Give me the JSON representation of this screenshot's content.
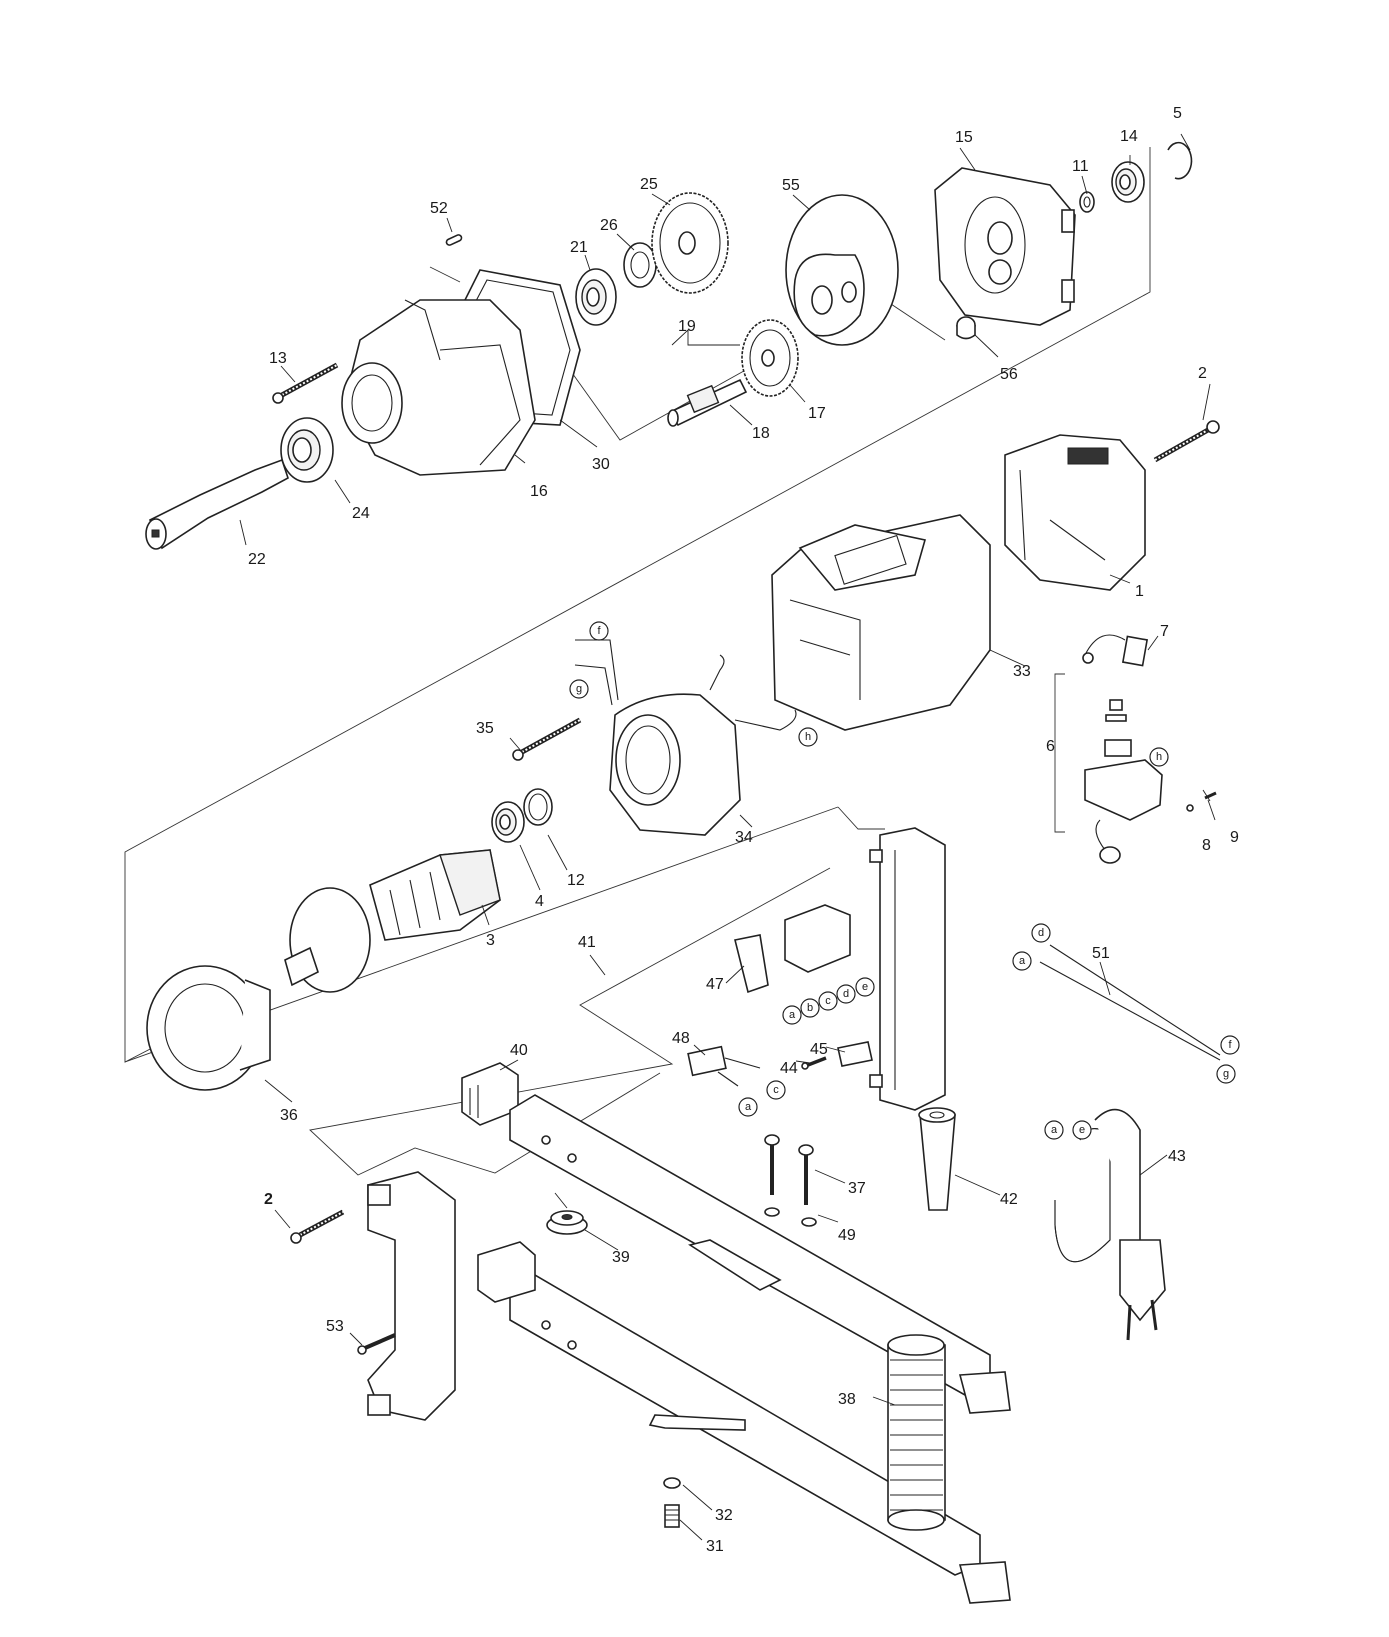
{
  "diagram": {
    "type": "exploded-parts-view",
    "part_labels": {
      "p1": "1",
      "p2a": "2",
      "p2b": "2",
      "p3": "3",
      "p4": "4",
      "p5": "5",
      "p6": "6",
      "p7": "7",
      "p8": "8",
      "p9": "9",
      "p11": "11",
      "p12": "12",
      "p13": "13",
      "p14": "14",
      "p15": "15",
      "p16": "16",
      "p17": "17",
      "p18": "18",
      "p19": "19",
      "p21": "21",
      "p22": "22",
      "p24": "24",
      "p25": "25",
      "p26": "26",
      "p30": "30",
      "p31": "31",
      "p32": "32",
      "p33": "33",
      "p34": "34",
      "p35": "35",
      "p36": "36",
      "p37": "37",
      "p38": "38",
      "p39": "39",
      "p40": "40",
      "p41": "41",
      "p42": "42",
      "p43": "43",
      "p44": "44",
      "p45": "45",
      "p47": "47",
      "p48": "48",
      "p49": "49",
      "p51": "51",
      "p52": "52",
      "p53": "53",
      "p55": "55",
      "p56": "56"
    },
    "wire_letters": {
      "f1": "f",
      "g1": "g",
      "h1": "h",
      "h2": "h",
      "a1": "a",
      "b1": "b",
      "c1": "c",
      "d1": "d",
      "e1": "e",
      "c2": "c",
      "a2": "a",
      "d2": "d",
      "a3": "a",
      "f2": "f",
      "g2": "g",
      "a4": "a",
      "e2": "e"
    }
  }
}
